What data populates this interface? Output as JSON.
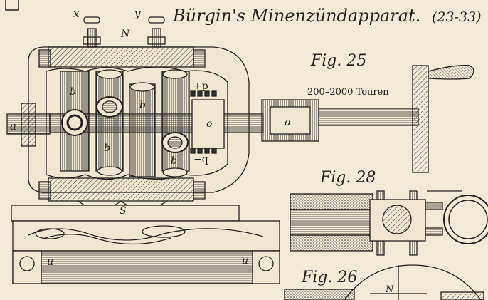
{
  "plate": {
    "title": "Bürgin's Minenzündapparat.",
    "title_ref": "(23-33)",
    "paper_color": "#f1ead6",
    "ink_color": "#222222"
  },
  "figures": {
    "fig25": {
      "caption": "Fig. 25",
      "speed_note": "200–2000 Touren",
      "labels": {
        "x": "x",
        "y": "y",
        "N": "N",
        "S": "S",
        "a_left": "a",
        "a_right": "a",
        "b1": "b",
        "b2": "b",
        "b3": "b",
        "b4": "b",
        "o": "o",
        "p": "+p",
        "q": "−q",
        "u_left": "u",
        "u_right": "u"
      }
    },
    "fig28": {
      "caption": "Fig. 28"
    },
    "fig26": {
      "caption": "Fig. 26",
      "label_N": "N"
    }
  }
}
